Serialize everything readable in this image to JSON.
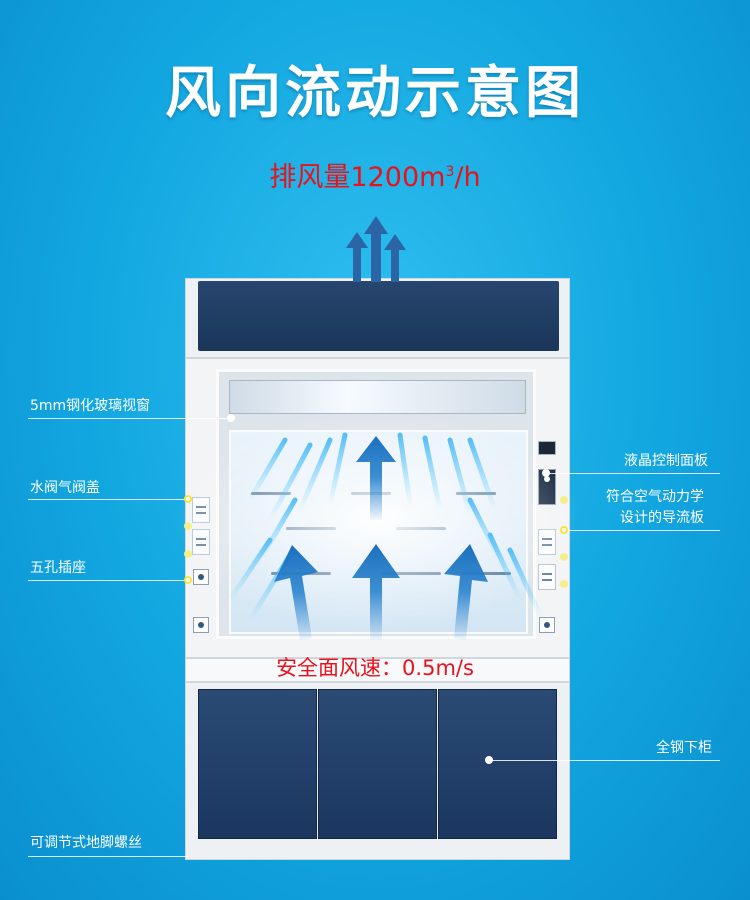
{
  "title": "风向流动示意图",
  "exhaust": {
    "label": "排风量1200m",
    "sup": "3",
    "unit": "/h"
  },
  "face_velocity": "安全面风速：0.5m/s",
  "callouts": {
    "glass_window": "5mm钢化玻璃视窗",
    "water_valve_cover": "水阀气阀盖",
    "five_hole_socket": "五孔插座",
    "lcd_panel": "液晶控制面板",
    "baffle_line1": "符合空气动力学",
    "baffle_line2": "设计的导流板",
    "steel_cabinet": "全钢下柜",
    "adjustable_feet": "可调节式地脚螺丝"
  },
  "colors": {
    "background": "#12a6e0",
    "accent_red": "#e8121c",
    "panel_blue": "#1b3760"
  }
}
